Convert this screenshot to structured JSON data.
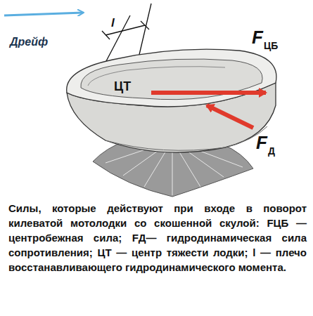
{
  "diagram": {
    "caption": "Силы, которые действуют при входе в поворот килеватой мотолодки со скошенной скулой: FЦБ — центробежная сила; FД— гидродинамическая сила сопротивления; ЦТ — центр тяжести лодки; l — плечо восстанавливающего гидродинамического момента.",
    "labels": [
      "Дрейф",
      "l",
      "F",
      "ЦБ",
      "ЦТ",
      "F",
      "Д"
    ]
  }
}
